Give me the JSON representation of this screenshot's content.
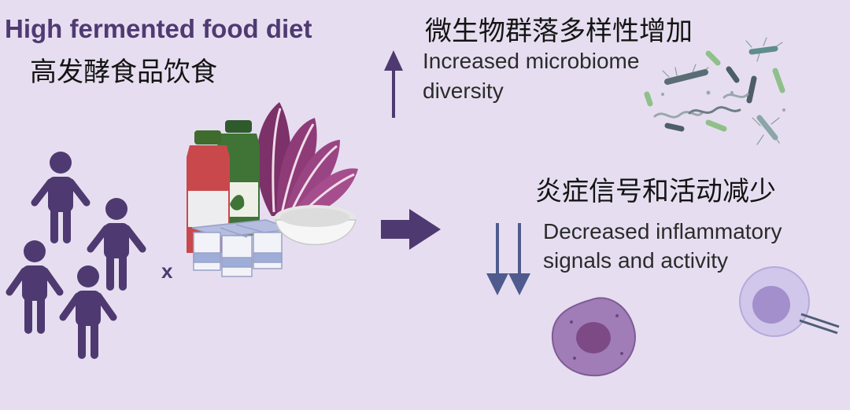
{
  "left": {
    "title_en": "High fermented food diet",
    "title_zh": "高发酵食品饮食",
    "multiplier": "x"
  },
  "microbiome": {
    "label_zh": "微生物群落多样性增加",
    "label_en_line1": "Increased microbiome",
    "label_en_line2": "diversity",
    "direction": "up"
  },
  "inflammation": {
    "label_zh": "炎症信号和活动减少",
    "label_en_line1": "Decreased inflammatory",
    "label_en_line2": "signals and activity",
    "direction": "down"
  },
  "colors": {
    "background": "#e6def0",
    "accent_purple": "#4f3a73",
    "person_purple": "#4e3a70"
  },
  "icons": [
    "people-group-icon",
    "fermented-food-icon",
    "right-arrow-icon",
    "up-arrow-icon",
    "double-down-arrow-icon",
    "bacteria-icon",
    "immune-cell-icon"
  ]
}
